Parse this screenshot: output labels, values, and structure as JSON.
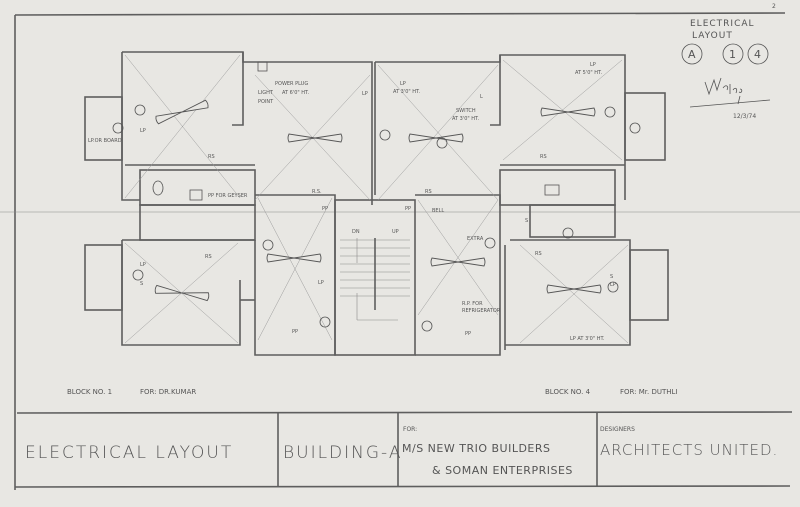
{
  "header": {
    "page_mark": "2",
    "title_line1": "ELECTRICAL",
    "title_line2": "LAYOUT",
    "sheet_codes": [
      "A",
      "1",
      "4"
    ],
    "signature": "V.Bhalge",
    "date": "12/3/74"
  },
  "plan": {
    "left_block": {
      "lp_board": "LP.OR BOARD",
      "lp_1": "LP",
      "power_plug": "POWER PLUG",
      "power_plug_height": "AT 6'0\" HT.",
      "light_point_1": "LIGHT",
      "light_point_2": "POINT",
      "lp_2": "LP",
      "rs_1": "RS",
      "pp_geyser": "PP FOR GEYSER",
      "rs_2": "R.S.",
      "pp_1": "PP",
      "rs_3": "RS",
      "lp_3": "LP",
      "s_1": "S",
      "lp_4": "LP",
      "pp_2": "PP"
    },
    "stairs": {
      "down": "DN",
      "up": "UP"
    },
    "right_block": {
      "lp_height_1": "LP",
      "lp_height_1b": "AT 3'0\" HT.",
      "l_switch": "L",
      "switch_1": "SWITCH",
      "switch_2": "AT 3'0\" HT.",
      "lp_top": "LP",
      "lp_top_height": "AT 5'0\" HT.",
      "rs_1": "RS",
      "rs_2": "RS",
      "bell": "BELL",
      "pp_1": "PP",
      "s_1": "S",
      "extra": "EXTRA",
      "rp_1": "R.P. FOR",
      "rp_2": "REFRIGERATOR",
      "pp_2": "PP",
      "rs_3": "RS",
      "s_2": "S",
      "lp_2": "LP",
      "lp_bottom": "LP AT 3'0\" HT."
    }
  },
  "blocks": {
    "left_block_no": "BLOCK NO. 1",
    "left_owner": "FOR: DR.KUMAR",
    "right_block_no": "BLOCK NO. 4",
    "right_owner": "FOR: Mr. DUTHLI"
  },
  "title_block": {
    "drawing_title": "ELECTRICAL LAYOUT",
    "building": "BUILDING-A",
    "for_label": "FOR:",
    "client_line1": "M/S NEW TRIO BUILDERS",
    "client_line2": "& SOMAN ENTERPRISES",
    "designers_label": "DESIGNERS",
    "designers": "ARCHITECTS UNITED."
  }
}
